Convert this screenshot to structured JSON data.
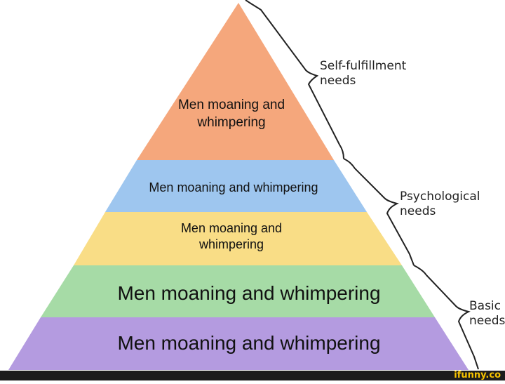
{
  "tiers": [
    {
      "lines": [
        "Men moaning and",
        "whimpering"
      ],
      "color": "#f5a77c"
    },
    {
      "lines": [
        "Men moaning and whimpering"
      ],
      "color": "#9ec6ef"
    },
    {
      "lines": [
        "Men moaning and",
        "whimpering"
      ],
      "color": "#f9dd86"
    },
    {
      "lines": [
        "Men moaning and whimpering"
      ],
      "color": "#a6dba6"
    },
    {
      "lines": [
        "Men moaning and whimpering"
      ],
      "color": "#b49be0"
    }
  ],
  "brackets": [
    {
      "lines": [
        "Self-fulfillment",
        "needs"
      ]
    },
    {
      "lines": [
        "Psychological",
        "needs"
      ]
    },
    {
      "lines": [
        "Basic",
        "needs"
      ]
    }
  ],
  "watermark": "ifunny.co"
}
